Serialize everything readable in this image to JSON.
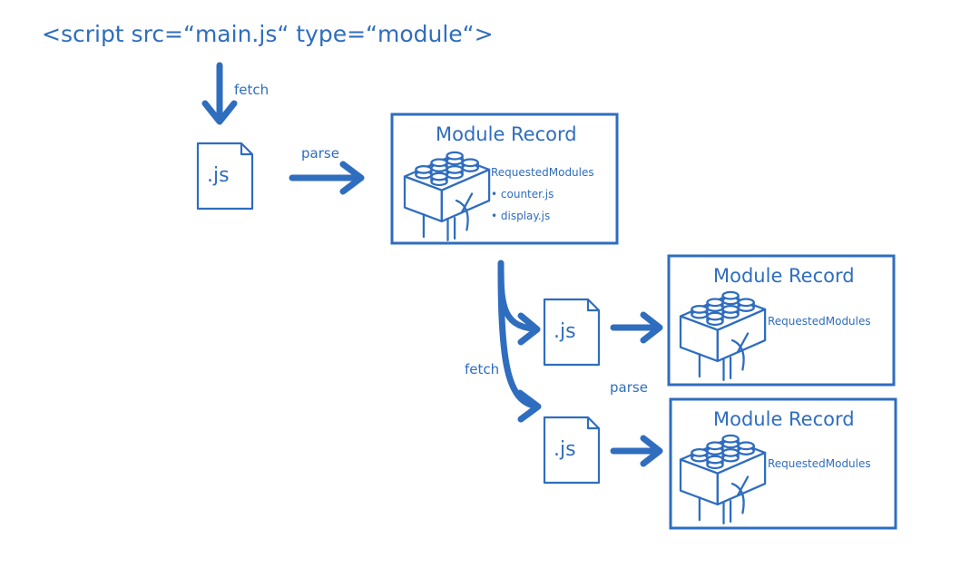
{
  "diagram": {
    "color": "#2f6dbf",
    "script_tag": "<script src=“main.js“ type=“module“>",
    "labels": {
      "fetch_top": "fetch",
      "parse_top": "parse",
      "fetch_mid": "fetch",
      "parse_mid": "parse"
    },
    "files": {
      "main": ".js",
      "child_1": ".js",
      "child_2": ".js"
    },
    "records": {
      "main": {
        "title": "Module Record",
        "requested_label": "RequestedModules",
        "requested_items": [
          "• counter.js",
          "• display.js"
        ]
      },
      "child_1": {
        "title": "Module Record",
        "requested_label": "RequestedModules"
      },
      "child_2": {
        "title": "Module Record",
        "requested_label": "RequestedModules"
      }
    }
  }
}
